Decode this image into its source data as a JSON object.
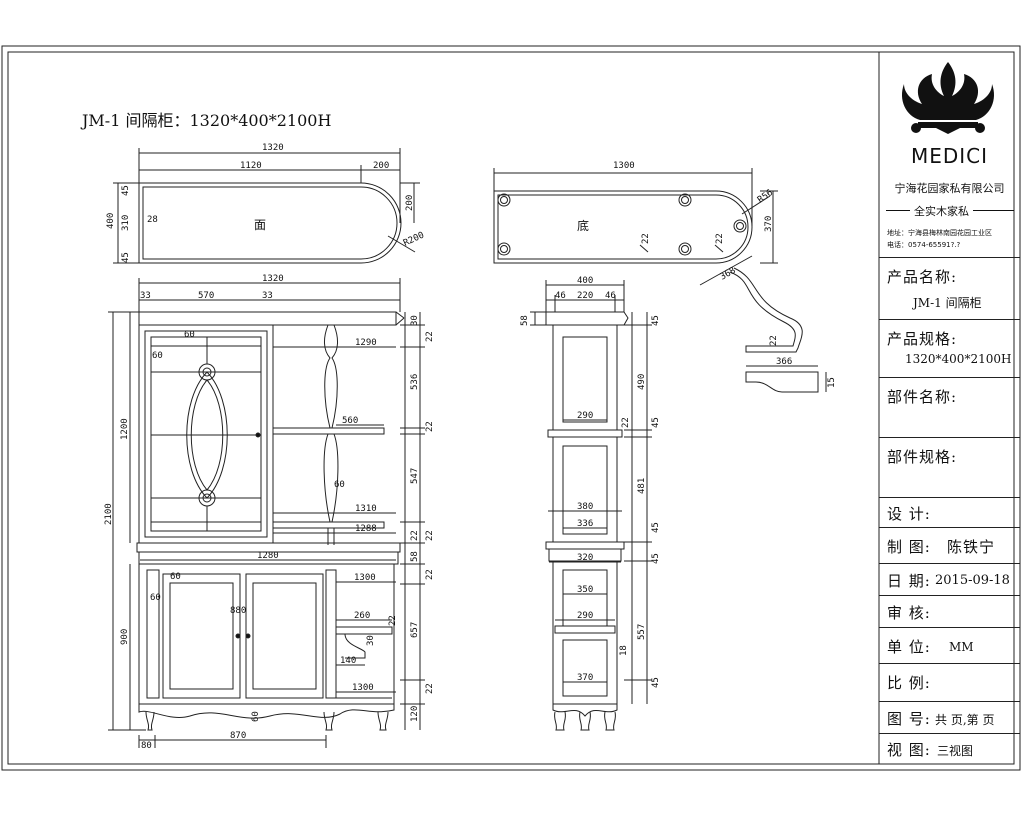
{
  "drawing_title": "JM-1 间隔柜：1320*400*2100H",
  "brand": {
    "name": "MEDICI",
    "company": "宁海花园家私有限公司",
    "slogan": "全实木家私",
    "address": "地址：宁海县梅林南园花园工业区",
    "phone": "电话：0574-65591?.?"
  },
  "title_block": {
    "product_name_label": "产品名称:",
    "product_name": "JM-1 间隔柜",
    "product_spec_label": "产品规格:",
    "product_spec": "1320*400*2100H",
    "part_name_label": "部件名称:",
    "part_spec_label": "部件规格:",
    "design_label": "设 计:",
    "drafter_label": "制 图:",
    "drafter": "陈铁宁",
    "date_label": "日 期:",
    "date": "2015-09-18",
    "review_label": "审 核:",
    "unit_label": "单 位:",
    "unit": "MM",
    "scale_label": "比 例:",
    "sheet_label": "图 号:",
    "sheet_value": "共 页,第 页",
    "view_label": "视 图:",
    "view_value": "三视图"
  },
  "views": {
    "top_label": "面",
    "bottom_label": "底"
  },
  "dims": {
    "top_overall": "1320",
    "top_1120": "1120",
    "top_200": "200",
    "top_200v": "200",
    "top_45a": "45",
    "top_310": "310",
    "top_45b": "45",
    "top_400": "400",
    "top_28": "28",
    "top_r200": "R200",
    "bot_1300": "1300",
    "bot_r56": "R56",
    "bot_370": "370",
    "bot_22a": "22",
    "bot_22b": "22",
    "bot_368": "368",
    "bot_22c": "22",
    "bot_366": "366",
    "bot_15": "15",
    "front_1320": "1320",
    "front_33a": "33",
    "front_570": "570",
    "front_33b": "33",
    "front_60a": "60",
    "front_60b": "60",
    "front_1290": "1290",
    "front_1200": "1200",
    "front_2100": "2100",
    "front_560": "560",
    "front_60c": "60",
    "front_1310": "1310",
    "front_1288": "1288",
    "front_1280": "1280",
    "front_60d": "60",
    "front_60e": "60",
    "front_880": "880",
    "front_1300a": "1300",
    "front_260": "260",
    "front_30": "30",
    "front_140": "140",
    "front_1300b": "1300",
    "front_900": "900",
    "front_80": "80",
    "front_870": "870",
    "front_60f": "60",
    "fr_30": "30",
    "fr_22a": "22",
    "fr_536": "536",
    "fr_22b": "22",
    "fr_547": "547",
    "fr_22c": "22",
    "fr_22d": "22",
    "fr_58": "58",
    "fr_22e": "22",
    "fr_657": "657",
    "fr_22f": "22",
    "fr_22g": "22",
    "fr_120": "120",
    "side_400": "400",
    "side_46a": "46",
    "side_220": "220",
    "side_46b": "46",
    "side_58": "58",
    "side_290a": "290",
    "side_380": "380",
    "side_336": "336",
    "side_320": "320",
    "side_350": "350",
    "side_290b": "290",
    "side_370": "370",
    "side_18": "18",
    "sr_45a": "45",
    "sr_490": "490",
    "sr_22a": "22",
    "sr_45b": "45",
    "sr_481": "481",
    "sr_45c": "45",
    "sr_45d": "45",
    "sr_557": "557",
    "sr_45e": "45"
  }
}
